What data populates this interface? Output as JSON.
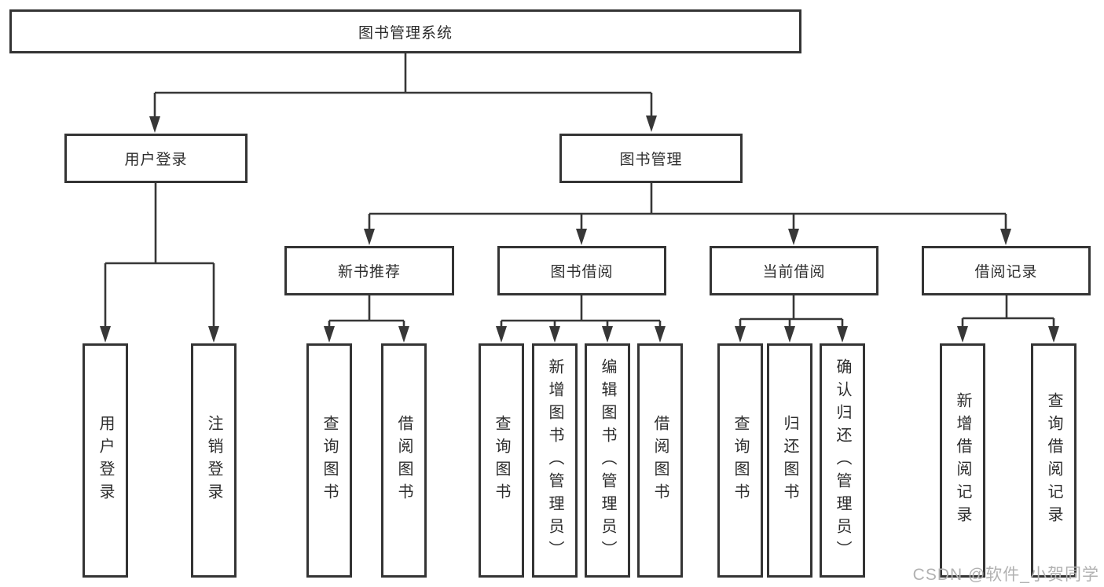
{
  "diagram": {
    "type": "hierarchy-tree",
    "colors": {
      "line": "#373737",
      "box_border": "#343434",
      "text": "#2d2d2d",
      "watermark": "#b1b1b1",
      "background": "#ffffff"
    },
    "tree": {
      "label": "图书管理系统",
      "children": [
        {
          "label": "用户登录",
          "children": [
            {
              "label": "用户登录"
            },
            {
              "label": "注销登录"
            }
          ]
        },
        {
          "label": "图书管理",
          "children": [
            {
              "label": "新书推荐",
              "children": [
                {
                  "label": "查询图书"
                },
                {
                  "label": "借阅图书"
                }
              ]
            },
            {
              "label": "图书借阅",
              "children": [
                {
                  "label": "查询图书"
                },
                {
                  "label": "新增图书（管理员）"
                },
                {
                  "label": "编辑图书（管理员）"
                },
                {
                  "label": "借阅图书"
                }
              ]
            },
            {
              "label": "当前借阅",
              "children": [
                {
                  "label": "查询图书"
                },
                {
                  "label": "归还图书"
                },
                {
                  "label": "确认归还（管理员）"
                }
              ]
            },
            {
              "label": "借阅记录",
              "children": [
                {
                  "label": "新增借阅记录"
                },
                {
                  "label": "查询借阅记录"
                }
              ]
            }
          ]
        }
      ]
    },
    "watermark": "CSDN @软件_小贺同学"
  }
}
